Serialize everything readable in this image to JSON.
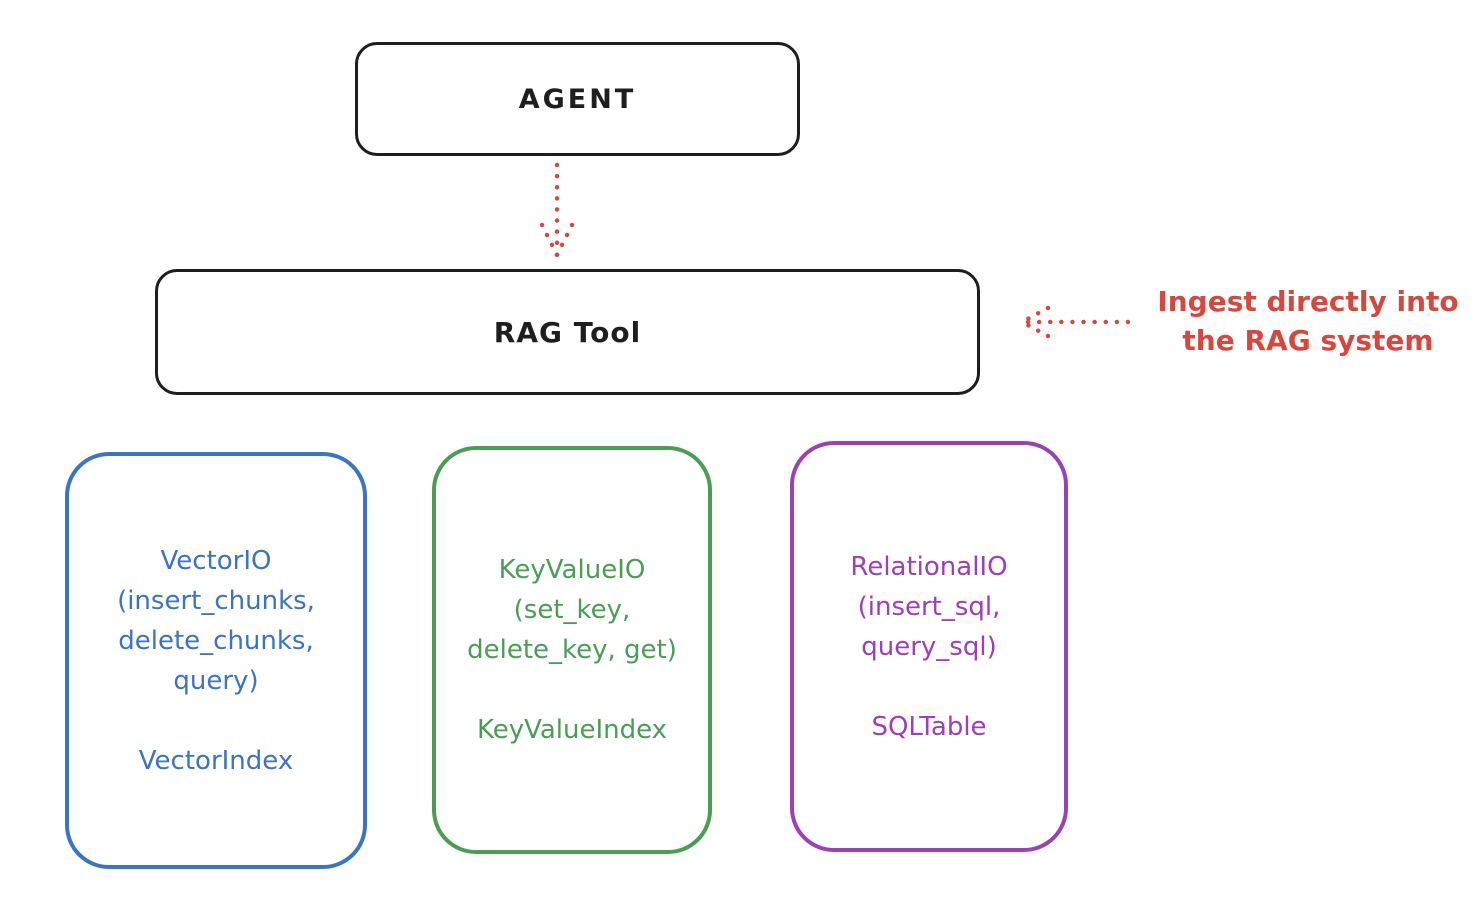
{
  "colors": {
    "background": "#ffffff",
    "ink": "#1e1e1e",
    "red": "#d8473d",
    "blue": "#3b74c3",
    "green": "#4a9e54",
    "purple": "#9c3fb8"
  },
  "agent": {
    "label": "AGENT"
  },
  "rag_tool": {
    "label": "RAG Tool"
  },
  "annotation": {
    "lines": [
      "Ingest directly into",
      "the RAG system"
    ],
    "color": "#d8473d"
  },
  "arrows": [
    {
      "name": "agent-to-rag-tool",
      "style": "dotted",
      "color": "#d8473d",
      "direction": "down"
    },
    {
      "name": "ingest-into-rag-tool",
      "style": "dotted",
      "color": "#d8473d",
      "direction": "left"
    }
  ],
  "io_boxes": [
    {
      "name": "vector-io",
      "color": "#3b74c3",
      "interface_lines": [
        "VectorIO",
        "(insert_chunks,",
        "delete_chunks,",
        "query)"
      ],
      "index_label": "VectorIndex"
    },
    {
      "name": "keyvalue-io",
      "color": "#4a9e54",
      "interface_lines": [
        "KeyValueIO",
        "(set_key,",
        "delete_key, get)"
      ],
      "index_label": "KeyValueIndex"
    },
    {
      "name": "relational-io",
      "color": "#9c3fb8",
      "interface_lines": [
        "RelationalIO",
        "(insert_sql,",
        "query_sql)"
      ],
      "index_label": "SQLTable"
    }
  ]
}
